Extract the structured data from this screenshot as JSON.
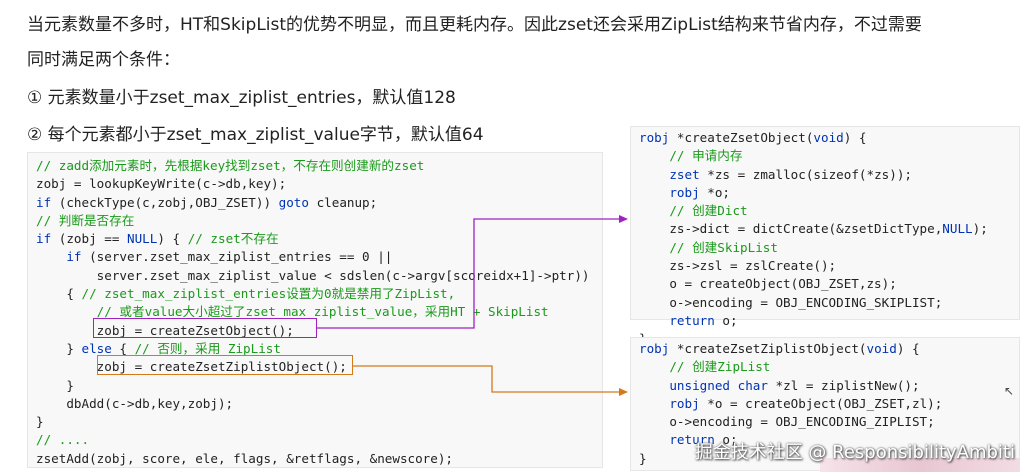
{
  "intro": {
    "line1": "当元素数量不多时，HT和SkipList的优势不明显，而且更耗内存。因此zset还会采用ZipList结构来节省内存，不过需要",
    "line2": "同时满足两个条件：",
    "cond1": "①  元素数量小于zset_max_ziplist_entries，默认值128",
    "cond2": "②  每个元素都小于zset_max_ziplist_value字节，默认值64"
  },
  "left_code": [
    "// zadd添加元素时，先根据key找到zset，不存在则创建新的zset",
    "zobj = lookupKeyWrite(c->db,key);",
    "if (checkType(c,zobj,OBJ_ZSET)) goto cleanup;",
    "// 判断是否存在",
    "if (zobj == NULL) { // zset不存在",
    "    if (server.zset_max_ziplist_entries == 0 ||",
    "        server.zset_max_ziplist_value < sdslen(c->argv[scoreidx+1]->ptr))",
    "    { // zset_max_ziplist_entries设置为0就是禁用了ZipList,",
    "        // 或者value大小超过了zset_max_ziplist_value，采用HT + SkipList",
    "        zobj = createZsetObject();",
    "    } else { // 否则，采用 ZipList",
    "        zobj = createZsetZiplistObject();",
    "    }",
    "    dbAdd(c->db,key,zobj);",
    "}",
    "// ....",
    "zsetAdd(zobj, score, ele, flags, &retflags, &newscore);"
  ],
  "right_code_1": [
    "robj *createZsetObject(void) {",
    "    // 申请内存",
    "    zset *zs = zmalloc(sizeof(*zs));",
    "    robj *o;",
    "    // 创建Dict",
    "    zs->dict = dictCreate(&zsetDictType,NULL);",
    "    // 创建SkipList",
    "    zs->zsl = zslCreate();",
    "    o = createObject(OBJ_ZSET,zs);",
    "    o->encoding = OBJ_ENCODING_SKIPLIST;",
    "    return o;",
    "}"
  ],
  "right_code_2": [
    "robj *createZsetZiplistObject(void) {",
    "    // 创建ZipList",
    "    unsigned char *zl = ziplistNew();",
    "    robj *o = createObject(OBJ_ZSET,zl);",
    "    o->encoding = OBJ_ENCODING_ZIPLIST;",
    "    return o;",
    "}"
  ],
  "watermark": "掘金技术社区 @ ResponsibilityAmbiti",
  "colors": {
    "purple": "#a020c0",
    "orange": "#d47a1a",
    "comment": "#1a9a1a",
    "keyword": "#0033b3"
  }
}
